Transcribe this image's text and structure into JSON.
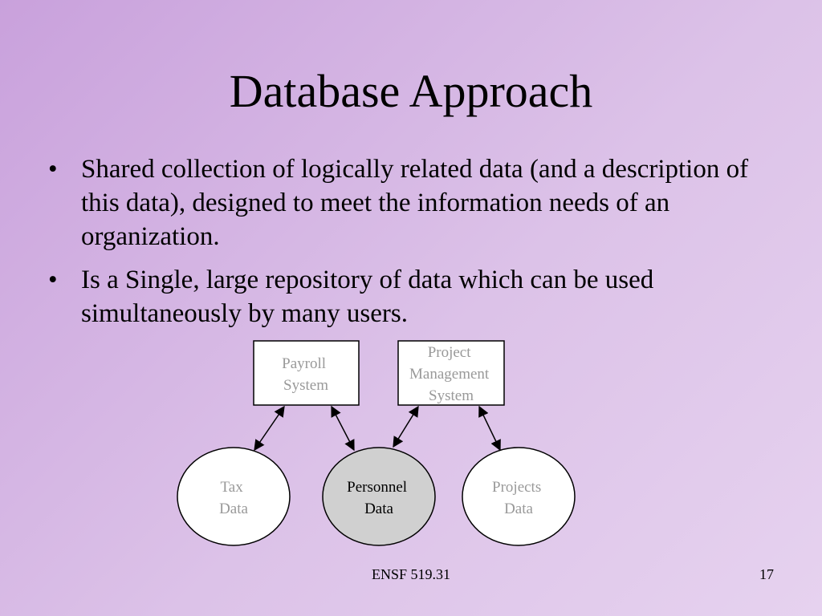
{
  "slide": {
    "title": "Database Approach",
    "bullets": [
      "Shared collection of logically related data (and a description of this data), designed to meet the information needs of an organization.",
      "Is a Single, large repository of data which can be used simultaneously by many users."
    ],
    "bullet_glyph": "•"
  },
  "diagram": {
    "systems": [
      {
        "lines": [
          "Payroll",
          "System"
        ]
      },
      {
        "lines": [
          "Project",
          "Management",
          "System"
        ]
      }
    ],
    "data_stores": [
      {
        "lines": [
          "Tax",
          "Data"
        ],
        "highlighted": false
      },
      {
        "lines": [
          "Personnel",
          "Data"
        ],
        "highlighted": true
      },
      {
        "lines": [
          "Projects",
          "Data"
        ],
        "highlighted": false
      }
    ],
    "colors": {
      "muted_text": "#999999",
      "highlight_fill": "#d0d0d0",
      "highlight_text": "#000000"
    }
  },
  "footer": {
    "course": "ENSF 519.31",
    "page_number": "17"
  }
}
